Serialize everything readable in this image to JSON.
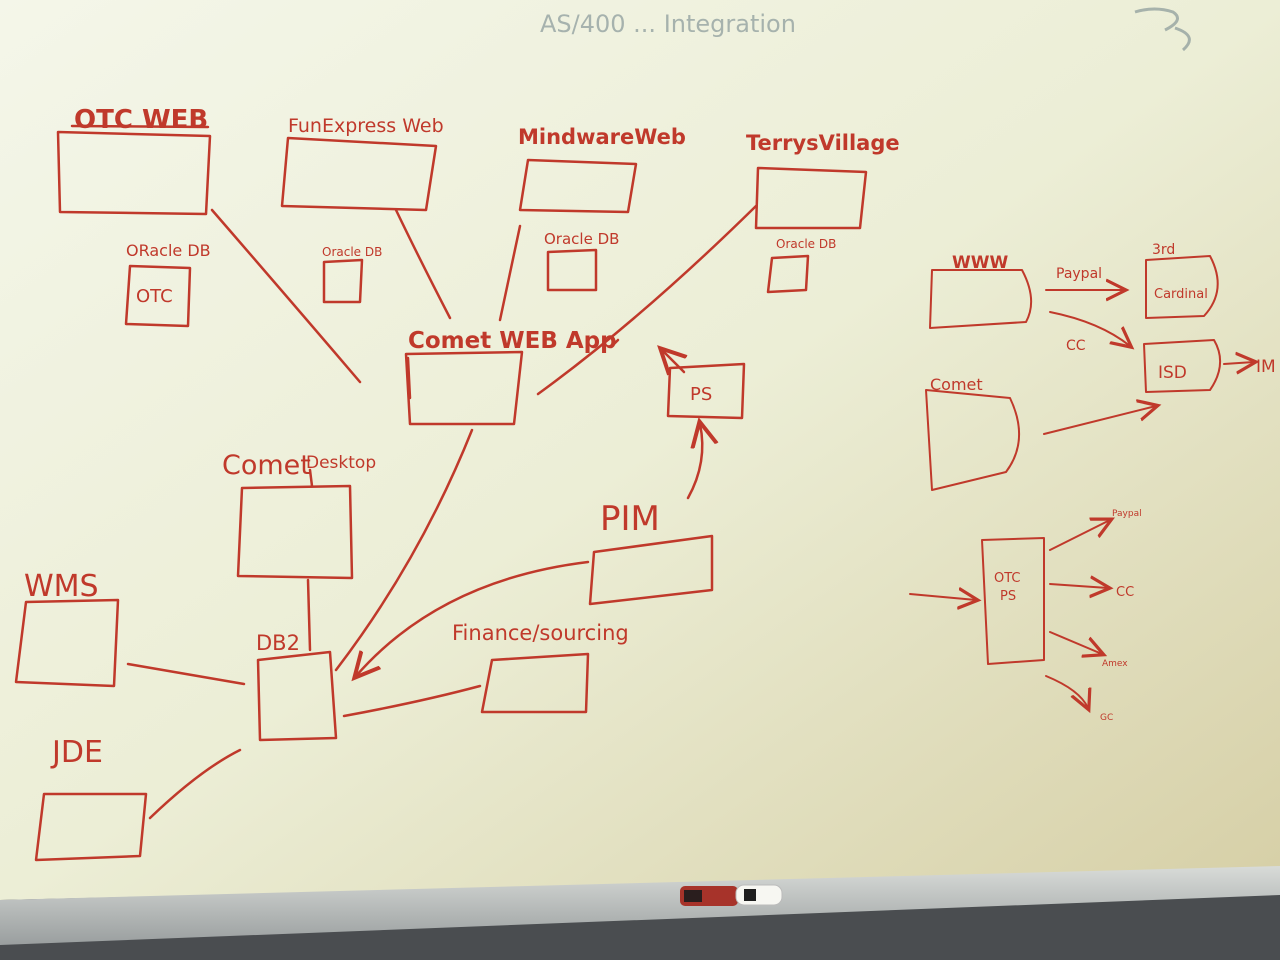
{
  "colors": {
    "marker_red": "#c0392b",
    "board_light": "#f4f6e6",
    "board_warm": "#ded9b4",
    "tray": "#cfd2cf"
  },
  "header_faint": "AS/400 ... Integration",
  "boxes": {
    "otc_web": "OTC WEB",
    "funexpress_web": "FunExpress Web",
    "mindware_web": "MindwareWeb",
    "terrys_village": "TerrysVillage",
    "otc_db_label": "ORacle DB",
    "otc_db_text": "OTC",
    "funexpress_db_label": "Oracle DB",
    "mindware_db_label": "Oracle DB",
    "terrys_db_label": "Oracle DB",
    "comet_web_app": "Comet WEB App",
    "ps": "PS",
    "comet_desktop_1": "Comet",
    "comet_desktop_2": "Desktop",
    "pim": "PIM",
    "wms": "WMS",
    "db2": "DB2",
    "finance": "Finance/sourcing",
    "jde": "JDE"
  },
  "right_diagram": {
    "www": "WWW",
    "paypal": "Paypal",
    "third_party": "3rd",
    "cardinal": "Cardinal",
    "cc": "CC",
    "isd": "ISD",
    "im": "IM",
    "comet": "Comet",
    "otc_ps_1": "OTC",
    "otc_ps_2": "PS",
    "paypal_notes": "Paypal",
    "cc_out": "CC",
    "amex": "Amex",
    "gc": "GC"
  }
}
